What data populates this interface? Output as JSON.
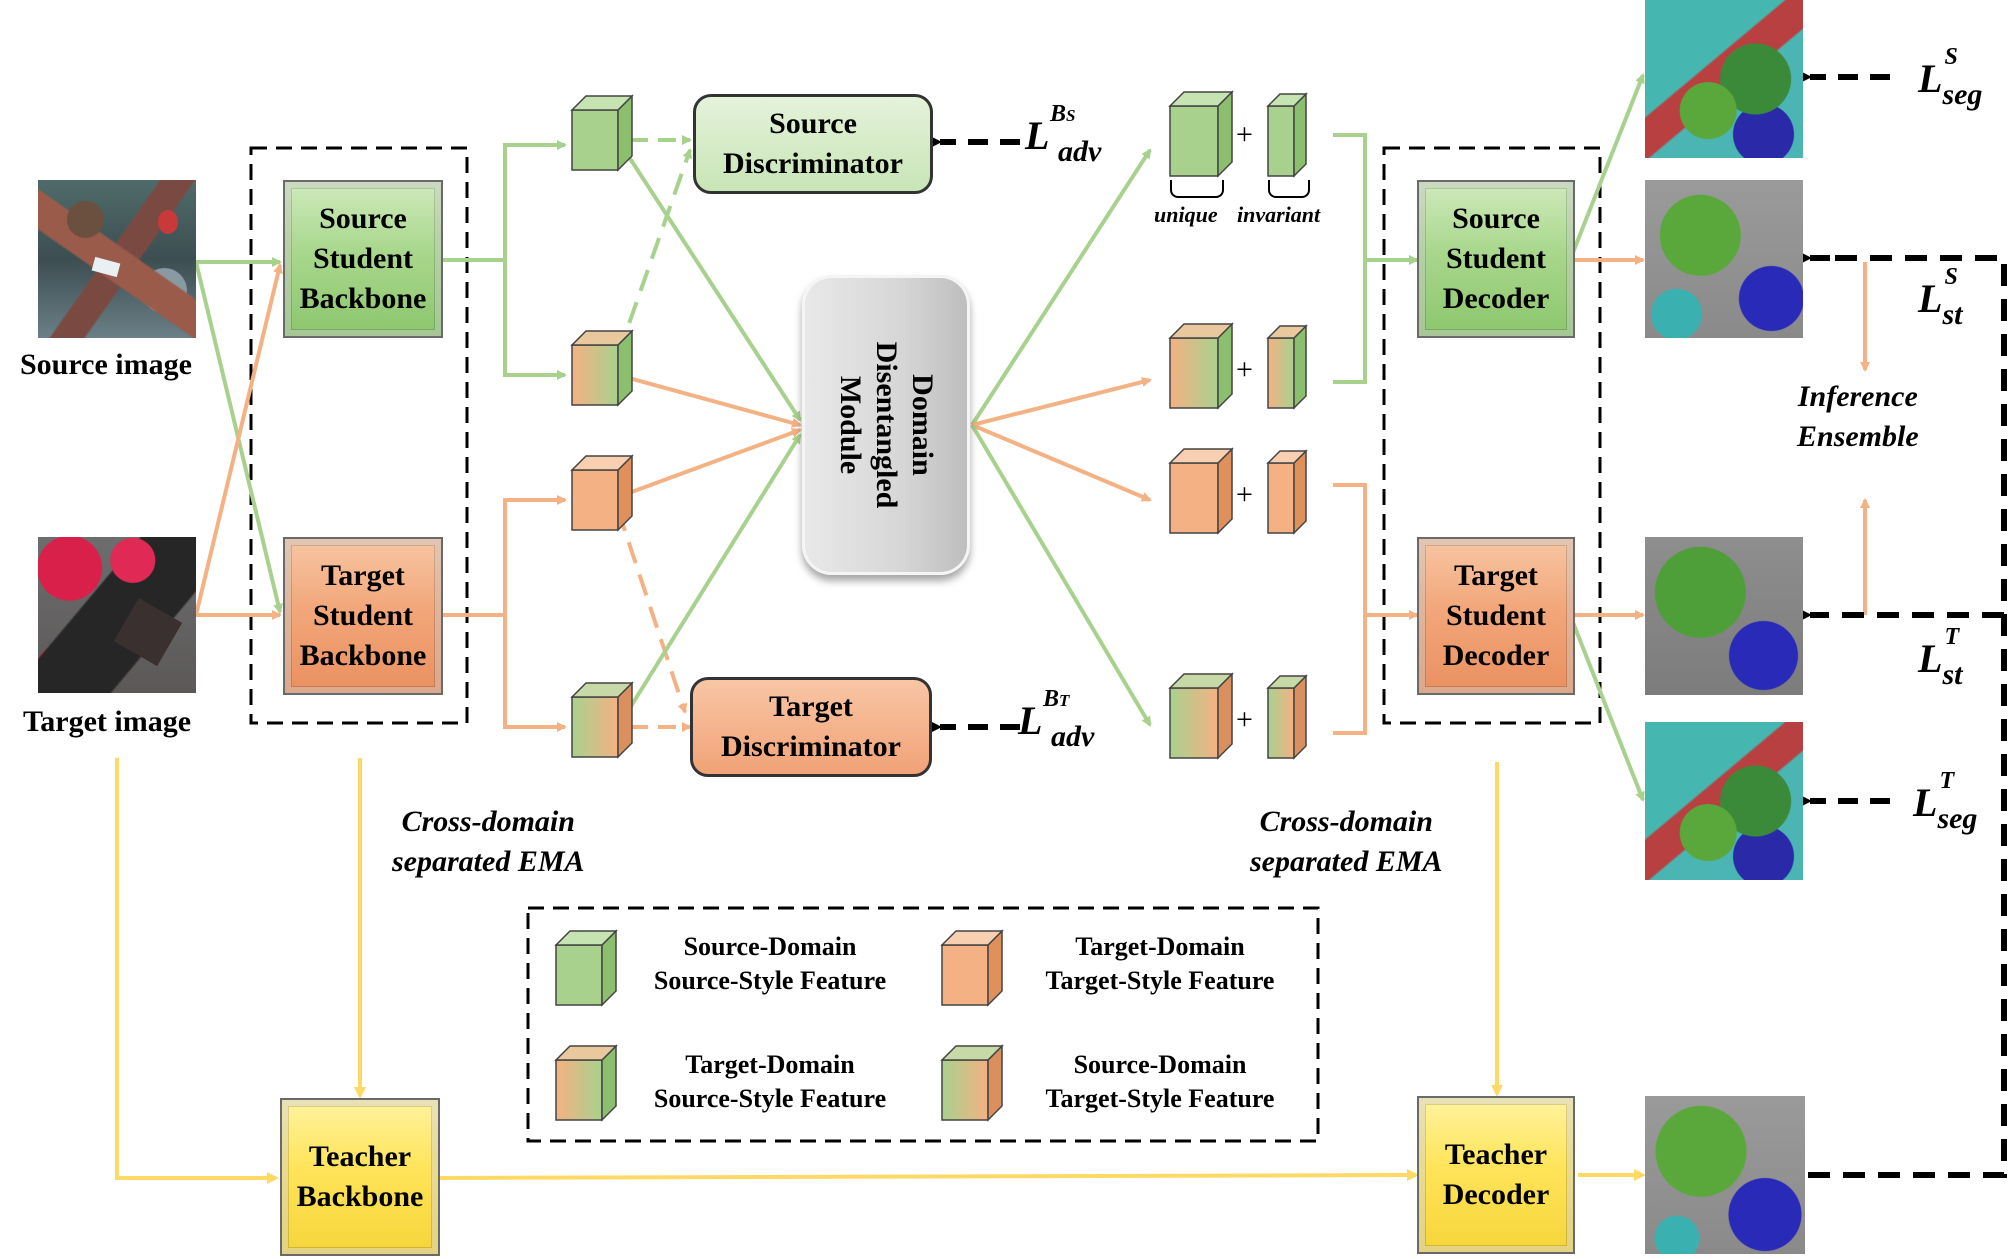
{
  "inputs": {
    "source_image_label": "Source image",
    "target_image_label": "Target image"
  },
  "blocks": {
    "source_student_backbone": [
      "Source",
      "Student",
      "Backbone"
    ],
    "target_student_backbone": [
      "Target",
      "Student",
      "Backbone"
    ],
    "source_discriminator": [
      "Source",
      "Discriminator"
    ],
    "target_discriminator": [
      "Target",
      "Discriminator"
    ],
    "domain_disentangled_module": [
      "Domain",
      "Disentangled",
      "Module"
    ],
    "source_student_decoder": [
      "Source",
      "Student",
      "Decoder"
    ],
    "target_student_decoder": [
      "Target",
      "Student",
      "Decoder"
    ],
    "teacher_backbone": [
      "Teacher",
      "Backbone"
    ],
    "teacher_decoder": [
      "Teacher",
      "Decoder"
    ]
  },
  "losses": {
    "adv_source": {
      "base": "L",
      "sup": "B",
      "sup_sub": "S",
      "sub": "adv"
    },
    "adv_target": {
      "base": "L",
      "sup": "B",
      "sup_sub": "T",
      "sub": "adv"
    },
    "seg_source": {
      "base": "L",
      "sup": "S",
      "sub": "seg"
    },
    "st_source": {
      "base": "L",
      "sup": "S",
      "sub": "st"
    },
    "st_target": {
      "base": "L",
      "sup": "T",
      "sub": "st"
    },
    "seg_target": {
      "base": "L",
      "sup": "T",
      "sub": "seg"
    }
  },
  "annotations": {
    "unique": "unique",
    "invariant": "invariant",
    "plus": "+",
    "inference_ensemble": [
      "Inference",
      "Ensemble"
    ],
    "ema_left": [
      "Cross-domain",
      "separated EMA"
    ],
    "ema_right": [
      "Cross-domain",
      "separated EMA"
    ]
  },
  "legend": {
    "items": [
      {
        "line1": "Source-Domain",
        "line2": "Source-Style Feature"
      },
      {
        "line1": "Target-Domain",
        "line2": "Target-Style Feature"
      },
      {
        "line1": "Target-Domain",
        "line2": "Source-Style Feature"
      },
      {
        "line1": "Source-Domain",
        "line2": "Target-Style Feature"
      }
    ]
  },
  "colors": {
    "green": "#a9d18e",
    "orange": "#f4b183",
    "yellow": "#ffd966",
    "arrow_green": "#a9d18e",
    "arrow_orange": "#f4b183",
    "arrow_yellow": "#ffd966",
    "black": "#000000"
  }
}
